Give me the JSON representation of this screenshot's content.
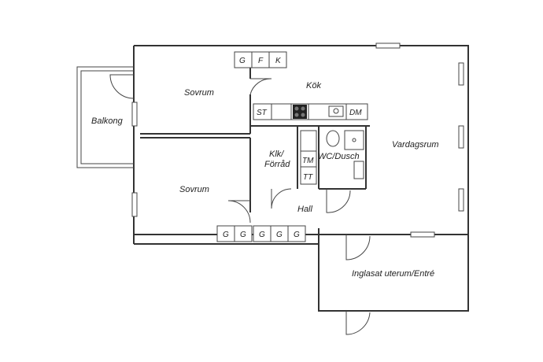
{
  "rooms": {
    "balkong": "Balkong",
    "sovrum_top": "Sovrum",
    "sovrum_bottom": "Sovrum",
    "kok": "Kök",
    "klk_line1": "Klk/",
    "klk_line2": "Förråd",
    "wc": "WC/Dusch",
    "vardagsrum": "Vardagsrum",
    "hall": "Hall",
    "uterum": "Inglasat uterum/Entré"
  },
  "appliances": {
    "g_bedroom_top": "G",
    "f": "F",
    "k": "K",
    "st": "ST",
    "dm": "DM",
    "tm": "TM",
    "tt": "TT",
    "g_1": "G",
    "g_2": "G",
    "g_3": "G",
    "g_4": "G",
    "g_5": "G"
  }
}
